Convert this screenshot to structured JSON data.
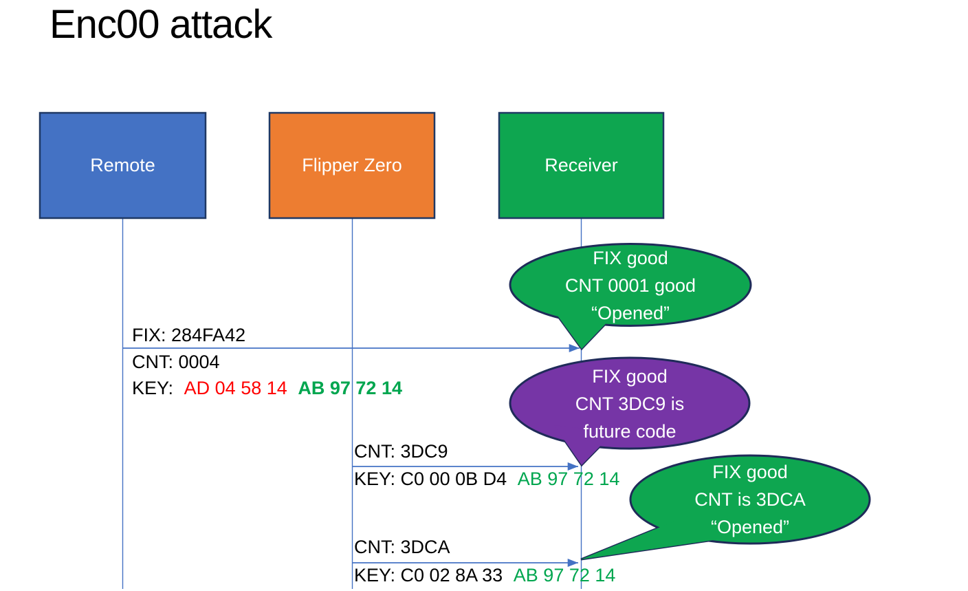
{
  "title": "Enc00 attack",
  "actors": [
    {
      "label": "Remote",
      "fill": "#4472C4",
      "border": "#1F3864"
    },
    {
      "label": "Flipper Zero",
      "fill": "#ED7D31",
      "border": "#1F3864"
    },
    {
      "label": "Receiver",
      "fill": "#0EA650",
      "border": "#1F3864"
    }
  ],
  "messages": {
    "m1": {
      "fix": "FIX: 284FA42",
      "cnt": "CNT: 0004",
      "key_label": "KEY:",
      "key_red": "AD 04 58 14",
      "key_green": "AB 97 72 14"
    },
    "m2": {
      "cnt": "CNT: 3DC9",
      "key_black": "KEY: C0 00 0B D4",
      "key_green": "AB 97 72 14"
    },
    "m3": {
      "cnt": "CNT: 3DCA",
      "key_black": "KEY: C0 02 8A 33",
      "key_green": "AB 97 72 14"
    }
  },
  "bubbles": [
    {
      "fill": "#0EA650",
      "border": "#1F2B59",
      "lines": [
        "FIX good",
        "CNT 0001 good",
        "“Opened”"
      ]
    },
    {
      "fill": "#7635A6",
      "border": "#1F2B59",
      "lines": [
        "FIX good",
        "CNT 3DC9 is",
        "future code"
      ]
    },
    {
      "fill": "#0EA650",
      "border": "#1F2B59",
      "lines": [
        "FIX good",
        "CNT is 3DCA",
        "“Opened”"
      ]
    }
  ],
  "colors": {
    "line_blue": "#4472C4",
    "key_red": "#FF0000",
    "key_green": "#00A64F",
    "text_black": "#000000"
  }
}
